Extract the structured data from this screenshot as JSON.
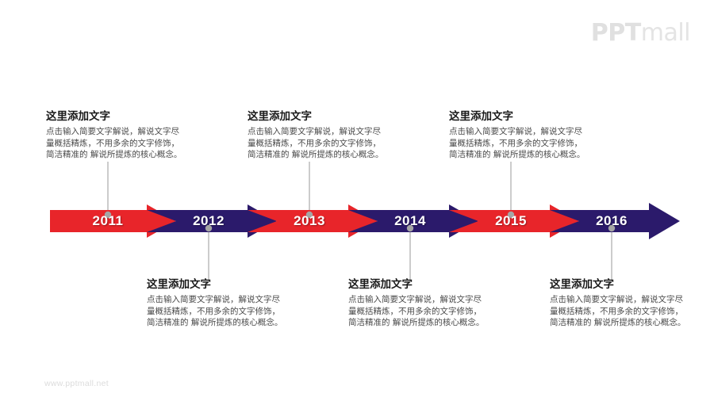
{
  "branding": {
    "logo_ppt": "PPT",
    "logo_mall": "mall",
    "footer_url": "www.pptmall.net"
  },
  "colors": {
    "red": "#e8252a",
    "navy": "#2b1a6b",
    "background": "#ffffff",
    "connector": "#9a9a9a",
    "logo": "#e2e2e2",
    "footer": "#dcdcdc",
    "title_text": "#1a1a1a",
    "body_text": "#4a4a4a",
    "year_text": "#ffffff"
  },
  "timeline": {
    "segments": [
      {
        "year": "2011",
        "color_name": "red",
        "color": "#e8252a",
        "label_position": "above"
      },
      {
        "year": "2012",
        "color_name": "navy",
        "color": "#2b1a6b",
        "label_position": "below"
      },
      {
        "year": "2013",
        "color_name": "red",
        "color": "#e8252a",
        "label_position": "above"
      },
      {
        "year": "2014",
        "color_name": "navy",
        "color": "#2b1a6b",
        "label_position": "below"
      },
      {
        "year": "2015",
        "color_name": "red",
        "color": "#e8252a",
        "label_position": "above"
      },
      {
        "year": "2016",
        "color_name": "navy",
        "color": "#2b1a6b",
        "label_position": "below"
      }
    ]
  },
  "text_blocks": {
    "above": [
      {
        "title": "这里添加文字",
        "body": "点击输入简要文字解说，解说文字尽量概括精炼，不用多余的文字修饰，简洁精准的 解说所提炼的核心概念。"
      },
      {
        "title": "这里添加文字",
        "body": "点击输入简要文字解说，解说文字尽量概括精炼，不用多余的文字修饰，简洁精准的 解说所提炼的核心概念。"
      },
      {
        "title": "这里添加文字",
        "body": "点击输入简要文字解说，解说文字尽量概括精炼，不用多余的文字修饰，简洁精准的 解说所提炼的核心概念。"
      }
    ],
    "below": [
      {
        "title": "这里添加文字",
        "body": "点击输入简要文字解说，解说文字尽量概括精炼，不用多余的文字修饰，简洁精准的 解说所提炼的核心概念。"
      },
      {
        "title": "这里添加文字",
        "body": "点击输入简要文字解说，解说文字尽量概括精炼，不用多余的文字修饰，简洁精准的 解说所提炼的核心概念。"
      },
      {
        "title": "这里添加文字",
        "body": "点击输入简要文字解说，解说文字尽量概括精炼，不用多余的文字修饰，简洁精准的 解说所提炼的核心概念。"
      }
    ]
  }
}
